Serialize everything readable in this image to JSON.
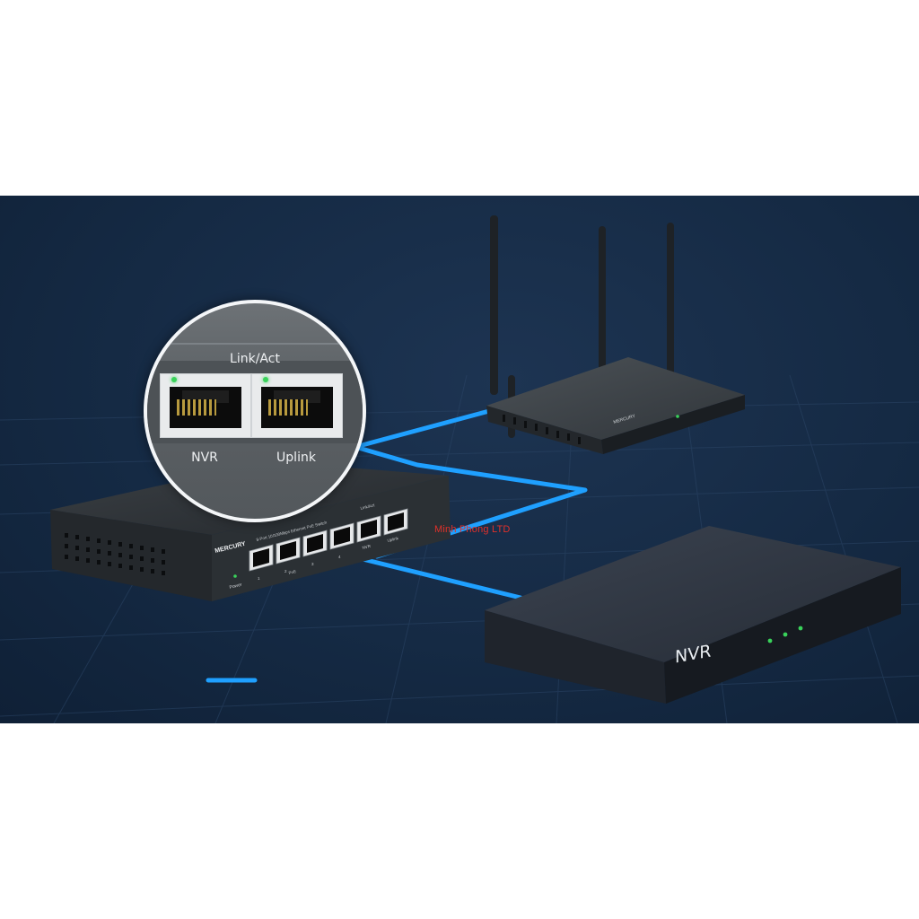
{
  "zoom": {
    "header_label": "Link/Act",
    "ports": [
      {
        "label": "NVR"
      },
      {
        "label": "Uplink"
      }
    ]
  },
  "switch": {
    "brand": "MERCURY",
    "model_text": "8-Port 10/100Mbps Ethernet PoE Switch",
    "power_label": "Power",
    "poe_label": "PoE",
    "nvr_port_label": "NVR",
    "uplink_port_label": "Uplink",
    "link_act_label": "Link/Act",
    "port_numbers": [
      "1",
      "2",
      "3",
      "4"
    ]
  },
  "router": {
    "brand": "MERCURY"
  },
  "nvr": {
    "label": "NVR"
  },
  "watermark": "Minh Phong LTD",
  "colors": {
    "background": "#152a44",
    "cable": "#1fa0ff",
    "led": "#39d25a",
    "watermark": "#e0302a"
  }
}
